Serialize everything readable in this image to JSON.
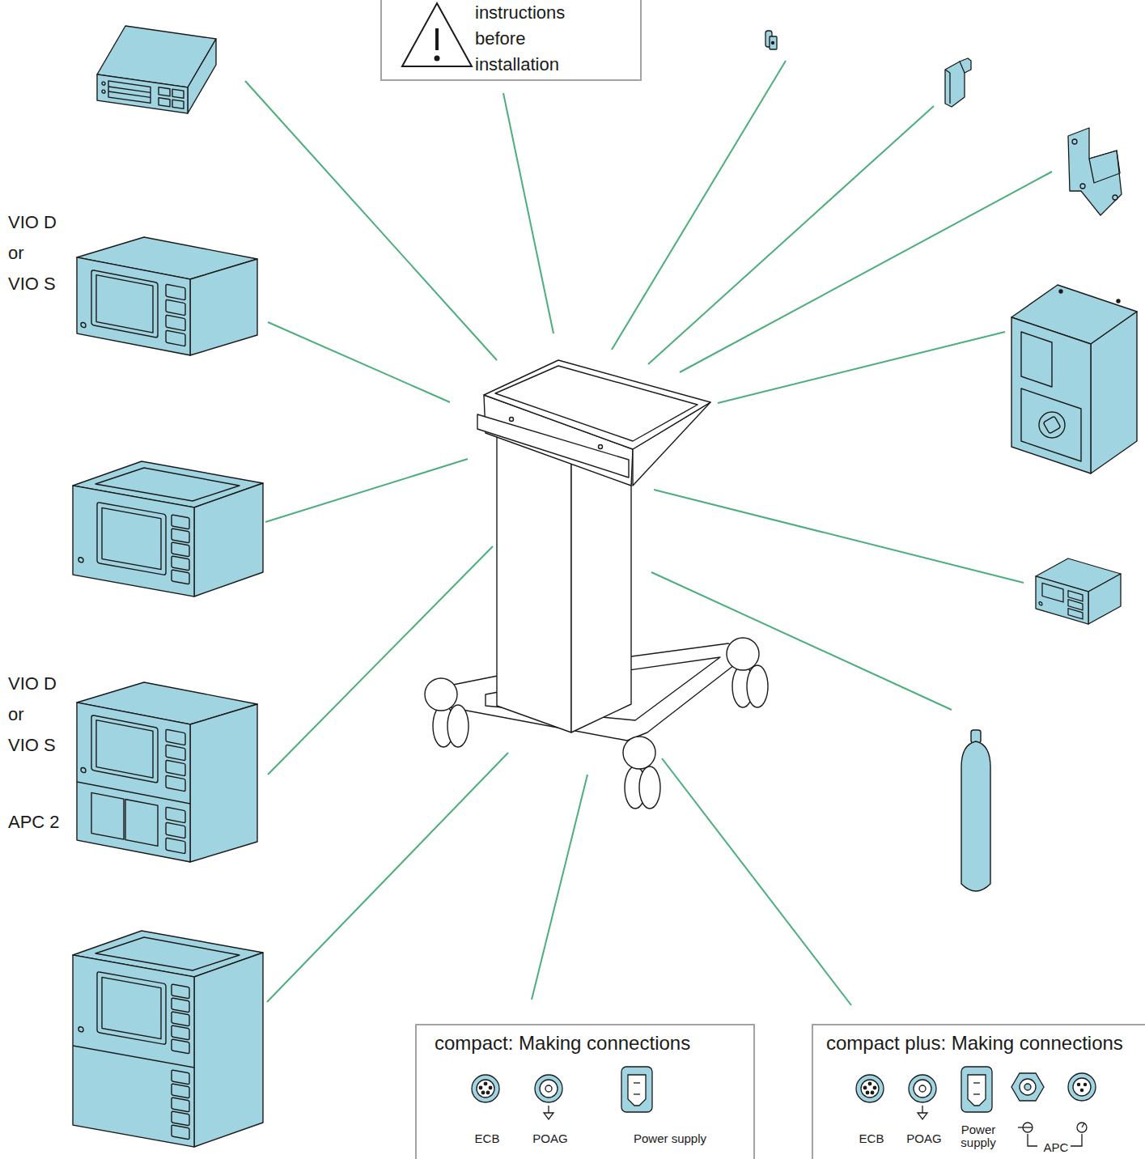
{
  "diagram": {
    "nodes": [
      {
        "text": [
          "instructions before installation"
        ]
      },
      {
        "text": [
          "compact: Making connections",
          "ECB",
          "POAG",
          "Power supply"
        ]
      },
      {
        "text": [
          "compact plus: Making connections",
          "ECB",
          "POAG",
          "Power supply",
          "APC"
        ]
      }
    ],
    "labels": [
      "VIO D or VIO S",
      "VIO D or VIO S",
      "APC 2"
    ]
  }
}
